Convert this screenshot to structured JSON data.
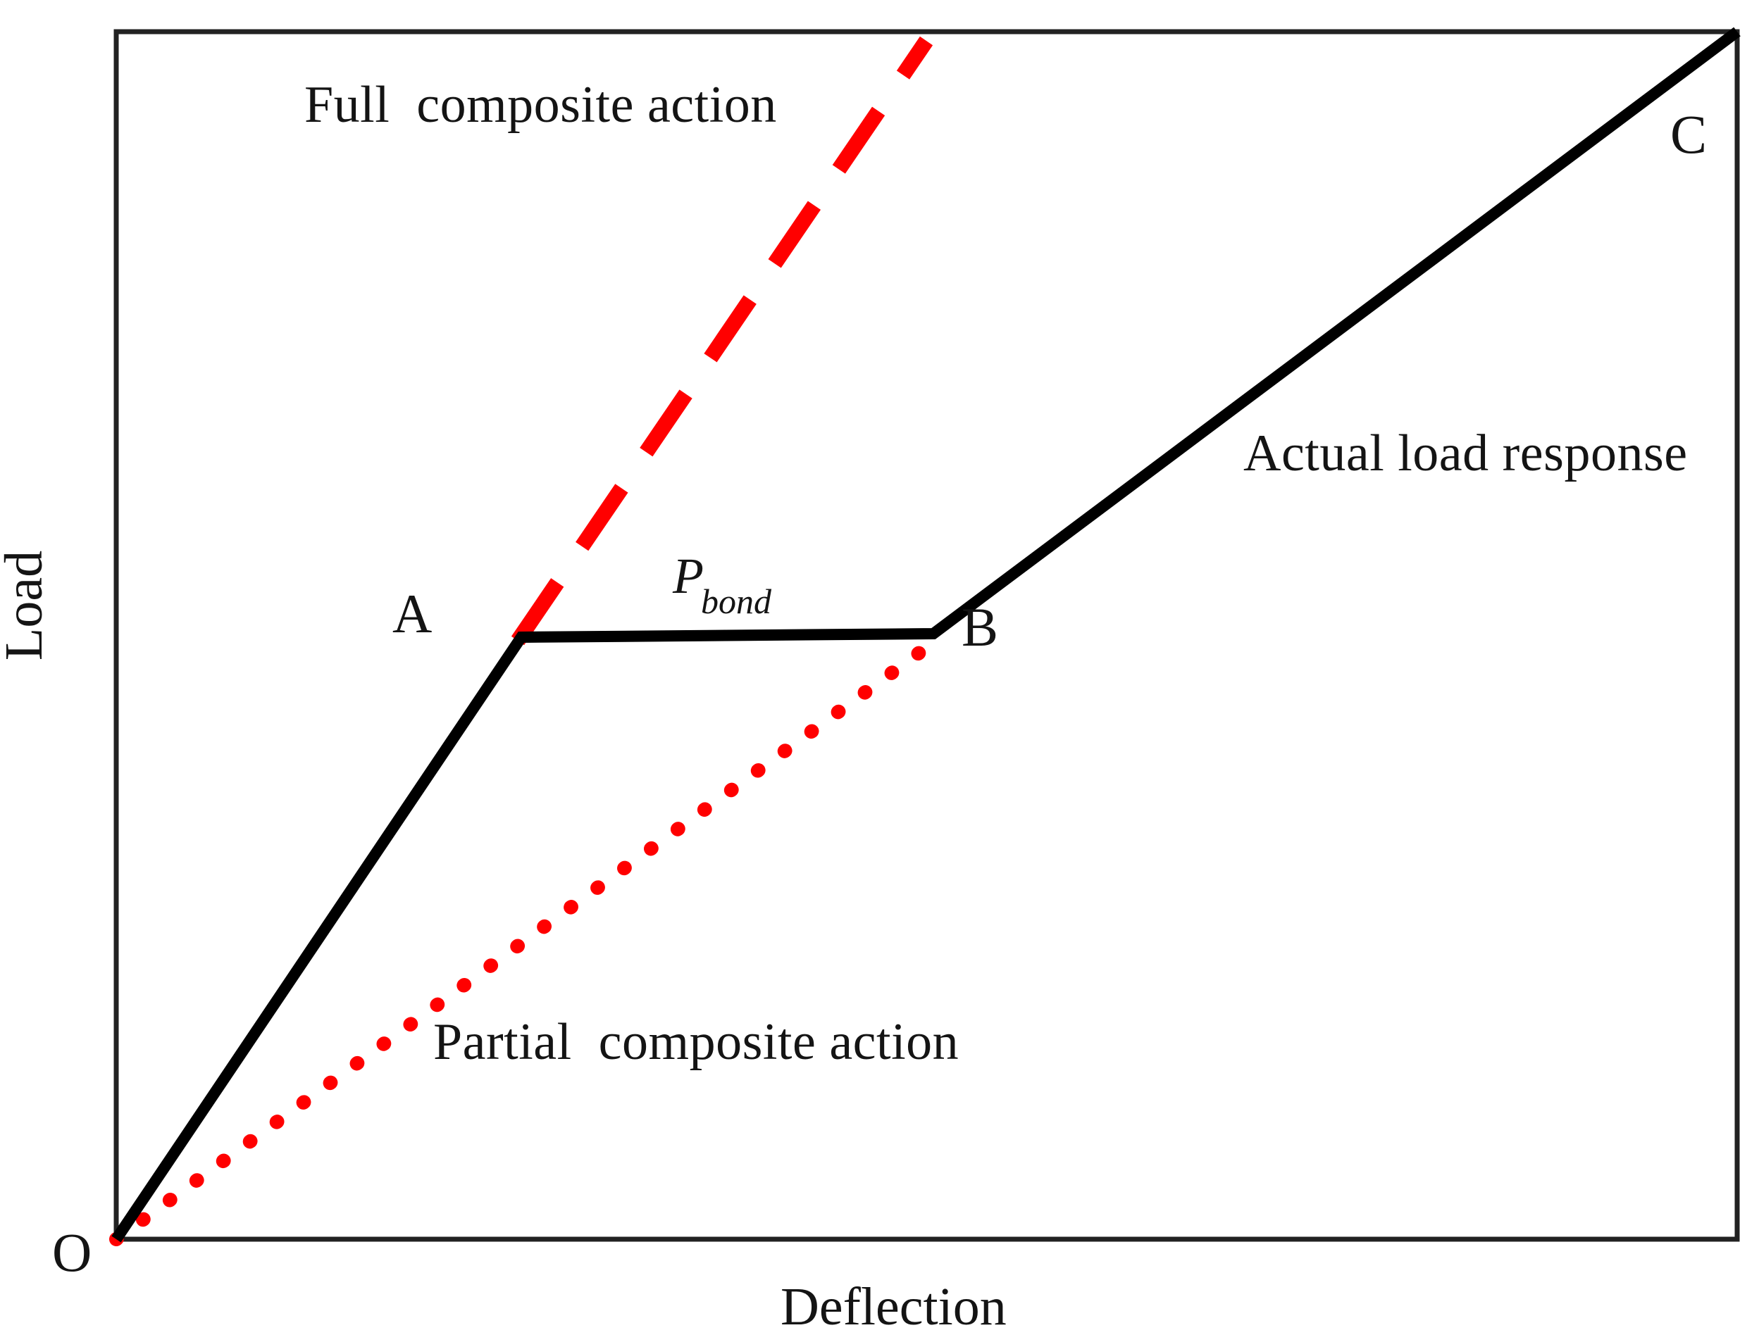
{
  "figure": {
    "type": "schematic-line-chart",
    "background_color": "#ffffff",
    "frame_color": "#222222",
    "series_black_color": "#000000",
    "series_red_color": "#ff0000"
  },
  "axes": {
    "y_title": "Load",
    "x_title": "Deflection",
    "origin_label": "O"
  },
  "points": {
    "a": "A",
    "b": "B",
    "c": "C"
  },
  "annotations": {
    "full_composite": "Full  composite action",
    "partial_composite": "Partial  composite action",
    "actual_response": "Actual load response",
    "pbond_base": "P",
    "pbond_sub": "bond"
  },
  "chart_data": {
    "type": "line",
    "title": "",
    "xlabel": "Deflection",
    "ylabel": "Load",
    "xlim": [
      0,
      100
    ],
    "ylim": [
      0,
      100
    ],
    "grid": false,
    "legend_position": "inline-annotations",
    "axis_ticks": false,
    "series": [
      {
        "name": "Actual load response",
        "style": "solid",
        "color": "#000000",
        "labelled_points": [
          "O",
          "A",
          "B",
          "C"
        ],
        "x": [
          0,
          25,
          50.5,
          100
        ],
        "y": [
          0,
          50,
          50,
          100
        ]
      },
      {
        "name": "Full  composite action",
        "style": "dashed",
        "color": "#ff0000",
        "x": [
          25,
          49.8
        ],
        "y": [
          50,
          98.4
        ]
      },
      {
        "name": "Partial  composite action",
        "style": "dotted",
        "color": "#ff0000",
        "x": [
          0,
          50.5
        ],
        "y": [
          0,
          49.4
        ]
      }
    ],
    "annotations": [
      {
        "text": "Full  composite action",
        "x": 16.5,
        "y": 95.5
      },
      {
        "text": "P_bond",
        "x": 33.5,
        "y": 56.0
      },
      {
        "text": "Actual load response",
        "x": 70.0,
        "y": 79.5
      },
      {
        "text": "Partial  composite action",
        "x": 26.0,
        "y": 13.0
      },
      {
        "text": "A",
        "x": 21.0,
        "y": 53.5
      },
      {
        "text": "B",
        "x": 52.5,
        "y": 50.5
      },
      {
        "text": "C",
        "x": 96.5,
        "y": 94.5
      },
      {
        "text": "O",
        "x": -3.5,
        "y": -4.0
      }
    ]
  }
}
